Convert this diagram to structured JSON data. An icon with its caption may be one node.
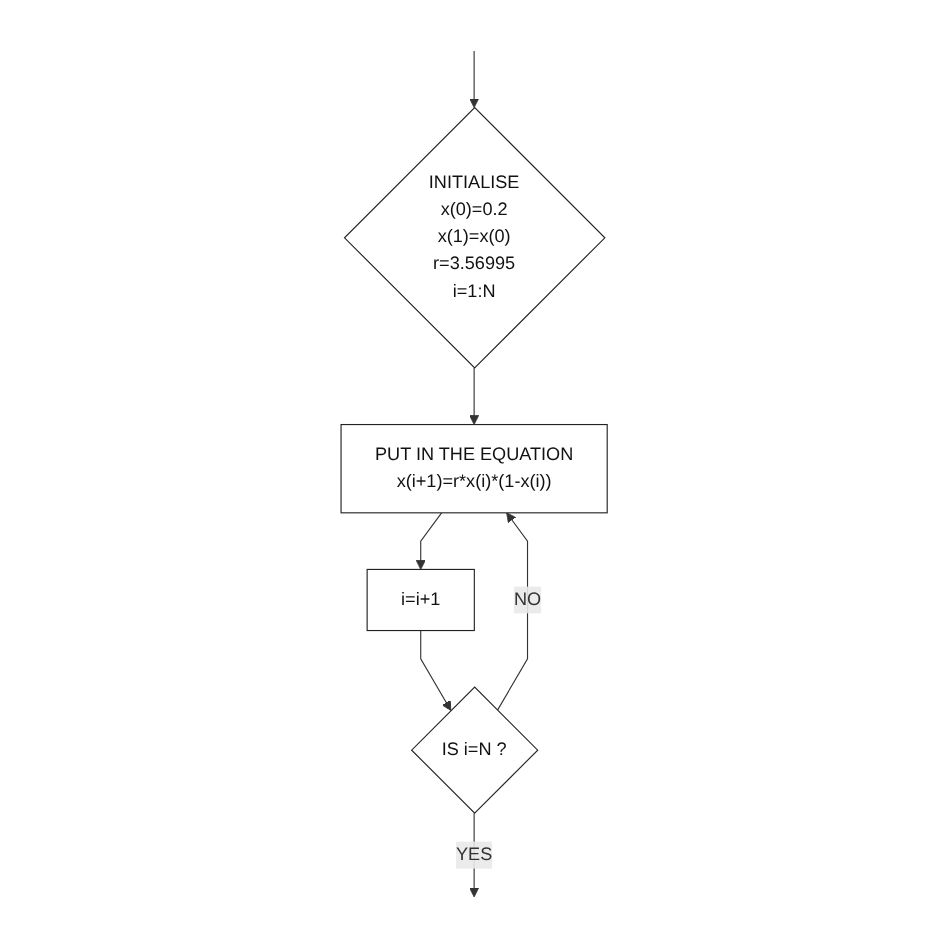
{
  "diagram": {
    "nodes": [
      {
        "text": [
          "INITIALISE",
          "x(0)=0.2",
          "x(1)=x(0)",
          "r=3.56995",
          "i=1:N"
        ]
      },
      {
        "text": [
          "PUT IN THE EQUATION",
          "x(i+1)=r*x(i)*(1-x(i))"
        ]
      },
      {
        "text": [
          "i=i+1"
        ]
      },
      {
        "text": [
          "IS i=N ?"
        ]
      }
    ],
    "edges": [
      {
        "from": null,
        "to": 0,
        "arrow": "to"
      },
      {
        "from": 0,
        "to": 1,
        "arrow": "to"
      },
      {
        "from": 1,
        "to": 2,
        "arrow": "to"
      },
      {
        "from": 2,
        "to": 3,
        "arrow": "to"
      },
      {
        "from": 3,
        "to": 1,
        "arrow": "to",
        "label": "NO"
      },
      {
        "from": 3,
        "to": null,
        "arrow": "to",
        "label": "YES"
      }
    ]
  }
}
